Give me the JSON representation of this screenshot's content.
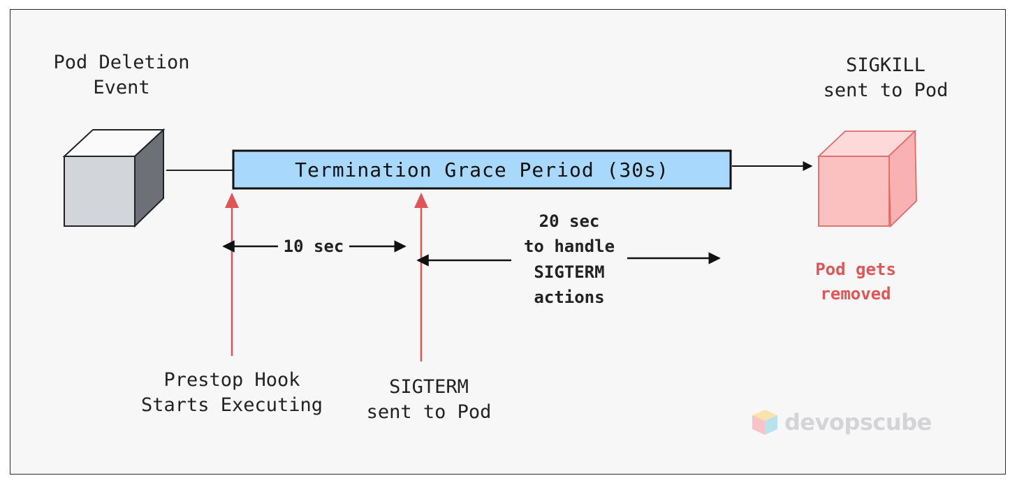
{
  "labels": {
    "pod_deletion": "Pod Deletion\nEvent",
    "sigkill": "SIGKILL\nsent to Pod",
    "grace_period": "Termination Grace Period (30s)",
    "ten_sec": "10 sec",
    "twenty_sec": "20 sec\nto handle\nSIGTERM\nactions",
    "pod_removed": "Pod gets\nremoved",
    "prestop": "Prestop Hook\nStarts Executing",
    "sigterm": "SIGTERM\nsent to Pod"
  },
  "watermark": "devopscube",
  "colors": {
    "grace_bar": "#a8d8fb",
    "red_accent": "#e05555",
    "removed_pod": "#fbc0c0",
    "deleted_pod": "#d2d5da"
  },
  "icons": {
    "deleted_pod": "cube-icon",
    "removed_pod": "cube-icon",
    "watermark": "cube-logo-icon"
  }
}
